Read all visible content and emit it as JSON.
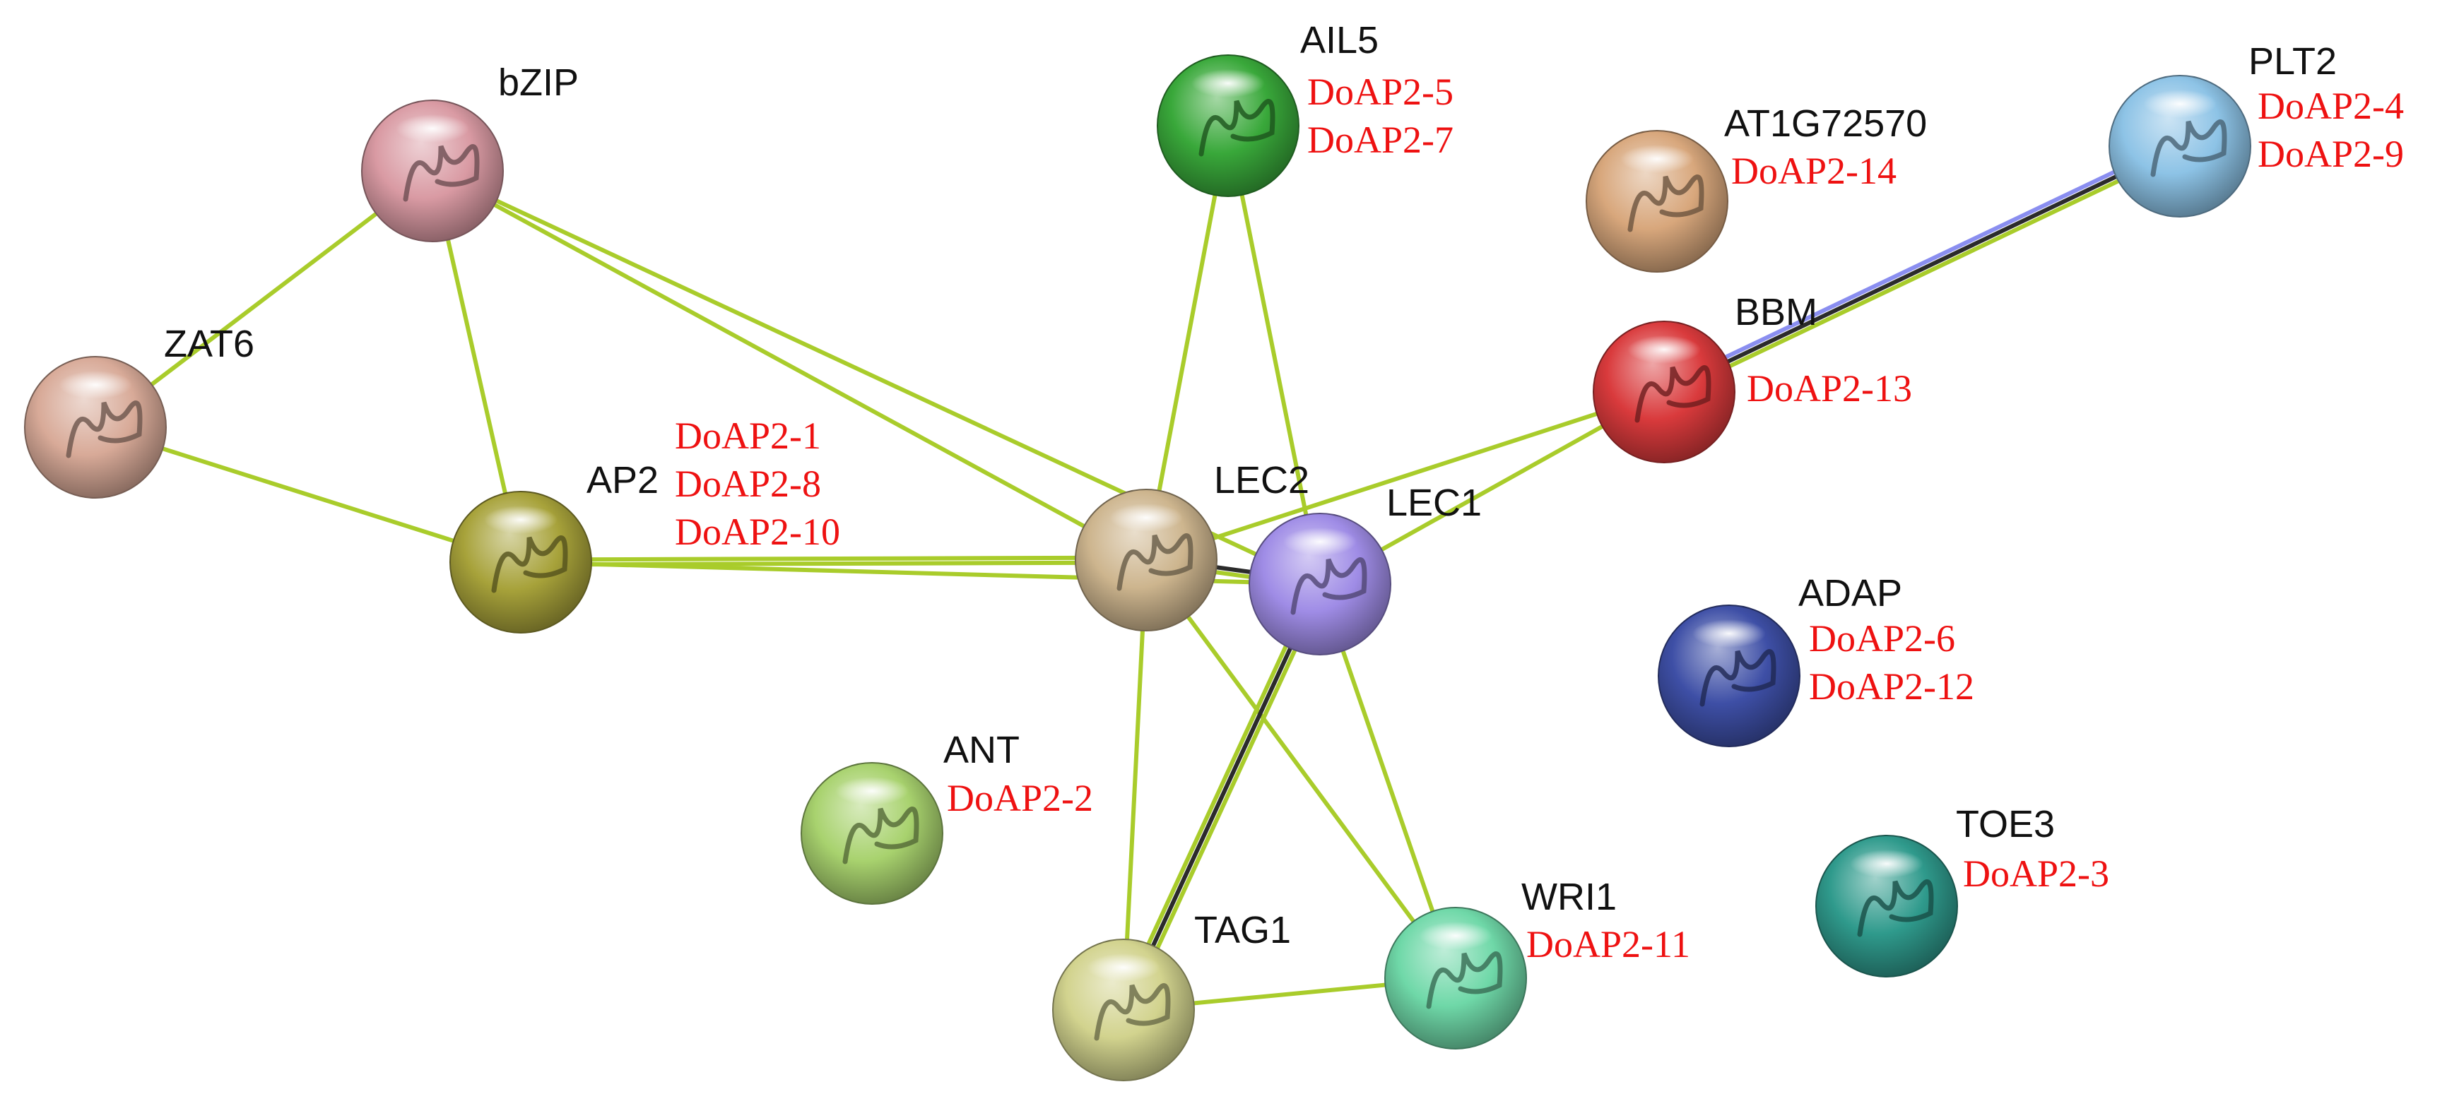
{
  "network": {
    "edge_colors": {
      "green": "#a9cc2b",
      "black": "#2b2b2b",
      "blue": "#8a8ef0"
    },
    "label_colors": {
      "protein": "#111111",
      "doap": "#ee1111"
    },
    "nodes": [
      {
        "id": "bZIP",
        "label": "bZIP",
        "color": "#d99aa3",
        "doap": []
      },
      {
        "id": "AIL5",
        "label": "AIL5",
        "color": "#39a83a",
        "doap": [
          "DoAP2-5",
          "DoAP2-7"
        ]
      },
      {
        "id": "AT1G72570",
        "label": "AT1G72570",
        "color": "#d8a77c",
        "doap": [
          "DoAP2-14"
        ]
      },
      {
        "id": "PLT2",
        "label": "PLT2",
        "color": "#8dc3e6",
        "doap": [
          "DoAP2-4",
          "DoAP2-9"
        ]
      },
      {
        "id": "ZAT6",
        "label": "ZAT6",
        "color": "#d8aa98",
        "doap": []
      },
      {
        "id": "BBM",
        "label": "BBM",
        "color": "#d93a3c",
        "doap": [
          "DoAP2-13"
        ]
      },
      {
        "id": "AP2",
        "label": "AP2",
        "color": "#a7a23a",
        "doap": [
          "DoAP2-1",
          "DoAP2-8",
          "DoAP2-10"
        ]
      },
      {
        "id": "LEC2",
        "label": "LEC2",
        "color": "#cdb58e",
        "doap": []
      },
      {
        "id": "LEC1",
        "label": "LEC1",
        "color": "#9f8ce6",
        "doap": []
      },
      {
        "id": "ADAP",
        "label": "ADAP",
        "color": "#3e4fa6",
        "doap": [
          "DoAP2-6",
          "DoAP2-12"
        ]
      },
      {
        "id": "ANT",
        "label": "ANT",
        "color": "#a8d26e",
        "doap": [
          "DoAP2-2"
        ]
      },
      {
        "id": "TOE3",
        "label": "TOE3",
        "color": "#2f9a8c",
        "doap": [
          "DoAP2-3"
        ]
      },
      {
        "id": "WRI1",
        "label": "WRI1",
        "color": "#6fd8a8",
        "doap": [
          "DoAP2-11"
        ]
      },
      {
        "id": "TAG1",
        "label": "TAG1",
        "color": "#d2d38e",
        "doap": []
      }
    ],
    "edges": [
      {
        "from": "bZIP",
        "to": "ZAT6",
        "types": [
          "green"
        ]
      },
      {
        "from": "bZIP",
        "to": "AP2",
        "types": [
          "green"
        ]
      },
      {
        "from": "bZIP",
        "to": "LEC2",
        "types": [
          "green"
        ]
      },
      {
        "from": "bZIP",
        "to": "LEC1",
        "types": [
          "green"
        ]
      },
      {
        "from": "ZAT6",
        "to": "AP2",
        "types": [
          "green"
        ]
      },
      {
        "from": "AP2",
        "to": "LEC2",
        "types": [
          "green",
          "green"
        ]
      },
      {
        "from": "AP2",
        "to": "LEC1",
        "types": [
          "green"
        ]
      },
      {
        "from": "AIL5",
        "to": "LEC2",
        "types": [
          "green"
        ]
      },
      {
        "from": "AIL5",
        "to": "LEC1",
        "types": [
          "green"
        ]
      },
      {
        "from": "PLT2",
        "to": "BBM",
        "types": [
          "green",
          "black",
          "blue"
        ]
      },
      {
        "from": "BBM",
        "to": "LEC2",
        "types": [
          "green"
        ]
      },
      {
        "from": "BBM",
        "to": "LEC1",
        "types": [
          "green"
        ]
      },
      {
        "from": "LEC2",
        "to": "LEC1",
        "types": [
          "black",
          "green"
        ]
      },
      {
        "from": "LEC2",
        "to": "TAG1",
        "types": [
          "green"
        ]
      },
      {
        "from": "LEC2",
        "to": "WRI1",
        "types": [
          "green"
        ]
      },
      {
        "from": "LEC1",
        "to": "TAG1",
        "types": [
          "green",
          "black",
          "green"
        ]
      },
      {
        "from": "LEC1",
        "to": "WRI1",
        "types": [
          "green"
        ]
      },
      {
        "from": "TAG1",
        "to": "WRI1",
        "types": [
          "green"
        ]
      }
    ]
  }
}
